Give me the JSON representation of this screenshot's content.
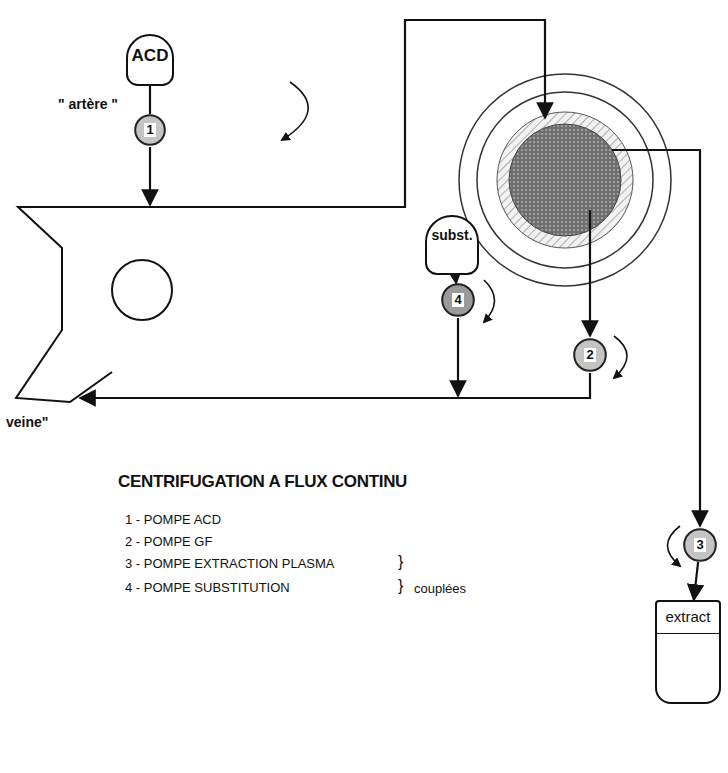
{
  "diagram": {
    "title": "CENTRIFUGATION A FLUX CONTINU",
    "nodes": [
      {
        "text": [
          "ACD"
        ]
      },
      {
        "text": [
          "1"
        ]
      },
      {
        "text": [
          "subst."
        ]
      },
      {
        "text": [
          "4"
        ]
      },
      {
        "text": [
          "2"
        ]
      },
      {
        "text": [
          "3"
        ]
      },
      {
        "text": [
          "extract"
        ]
      }
    ],
    "edges": [
      {
        "from": 0,
        "to": 1,
        "arrow": "none"
      },
      {
        "from": 2,
        "to": 3,
        "arrow": "to"
      },
      {
        "from": 5,
        "to": 6,
        "arrow": "to"
      }
    ],
    "labels": [
      "\" artère \"",
      "veine\"",
      "1 - POMPE ACD",
      "2 - POMPE GF",
      "3 - POMPE EXTRACTION PLASMA",
      "4 - POMPE SUBSTITUTION",
      "}",
      "}",
      "couplées"
    ]
  }
}
